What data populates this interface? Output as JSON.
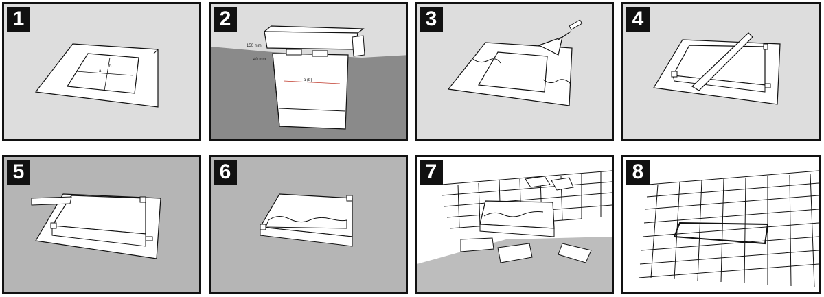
{
  "panels": [
    {
      "step": "1"
    },
    {
      "step": "2",
      "labels": {
        "height": "150 mm",
        "lip": "40 mm",
        "inner": "a (b)"
      }
    },
    {
      "step": "3"
    },
    {
      "step": "4"
    },
    {
      "step": "5"
    },
    {
      "step": "6"
    },
    {
      "step": "7"
    },
    {
      "step": "8"
    }
  ],
  "panel1_labels": {
    "a": "a",
    "b": "b"
  },
  "colors": {
    "light_bg": "#dddddd",
    "mid_bg": "#b5b5b5",
    "dark_ground": "#8a8a8a",
    "white_bg": "#ffffff",
    "ink": "#111111"
  }
}
